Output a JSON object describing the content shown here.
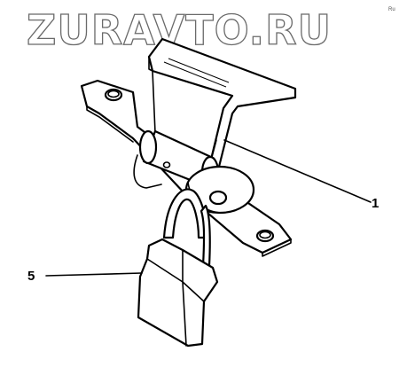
{
  "watermark": "ZURAVTO.RU",
  "watermark_small": "Ru",
  "callouts": [
    {
      "id": "1",
      "label": "1"
    },
    {
      "id": "5",
      "label": "5"
    }
  ]
}
